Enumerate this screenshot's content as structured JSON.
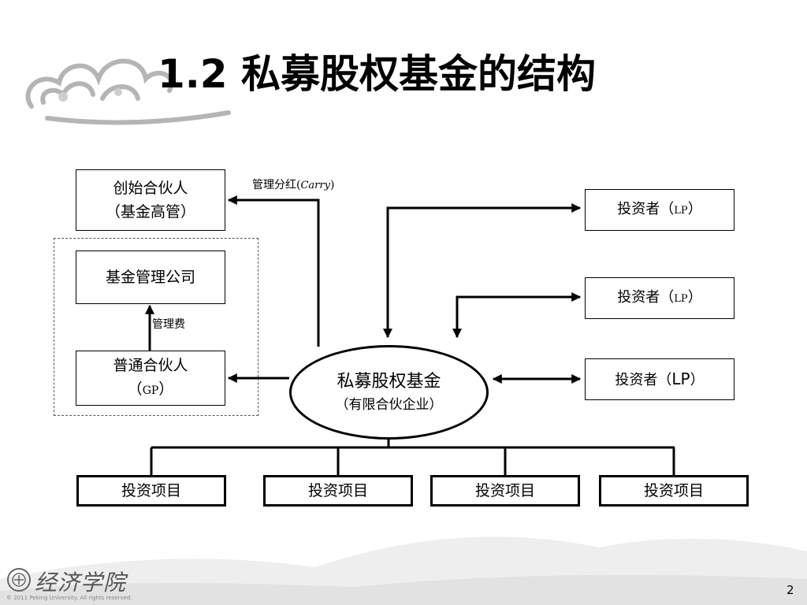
{
  "title": "1.2 私募股权基金的结构",
  "founders": {
    "line1": "创始合伙人",
    "line2": "（基金高管）"
  },
  "management_company": {
    "label": "基金管理公司"
  },
  "gp": {
    "line1": "普通合伙人",
    "line2_prefix": "（",
    "line2_code": "GP",
    "line2_suffix": "）"
  },
  "fund": {
    "line1": "私募股权基金",
    "line2": "（有限合伙企业）"
  },
  "investors": [
    {
      "label": "投资者（",
      "code": "LP",
      "suffix": "）"
    },
    {
      "label": "投资者（",
      "code": "LP",
      "suffix": "）"
    },
    {
      "label": "投资者（",
      "code": "LP",
      "suffix": "）"
    }
  ],
  "projects": [
    {
      "label": "投资项目"
    },
    {
      "label": "投资项目"
    },
    {
      "label": "投资项目"
    },
    {
      "label": "投资项目"
    }
  ],
  "edge_labels": {
    "carry_prefix": "管理分红(",
    "carry_term": "Carry",
    "carry_suffix": ")",
    "management_fee": "管理费"
  },
  "footer": {
    "logo_text": "经济学院",
    "copyright": "© 2011 Peking University. All rights reserved.",
    "page_number": "2"
  },
  "colors": {
    "line": "#000000",
    "background": "#ffffff"
  }
}
